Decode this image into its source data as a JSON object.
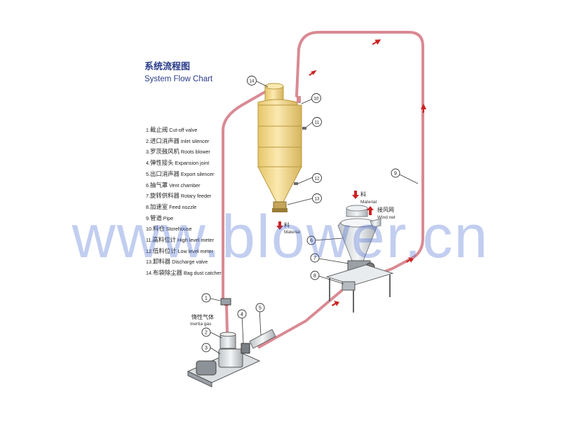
{
  "title": {
    "cn": "系统流程图",
    "en": "System Flow Chart"
  },
  "legend": [
    {
      "num": "1.",
      "cn": "截止阀",
      "en": "Cut-off valve"
    },
    {
      "num": "2.",
      "cn": "进口消声器",
      "en": "Inlet silencer"
    },
    {
      "num": "3.",
      "cn": "罗茨鼓风机",
      "en": "Roots blower"
    },
    {
      "num": "4.",
      "cn": "弹性接头",
      "en": "Expansion joint"
    },
    {
      "num": "5.",
      "cn": "出口消声器",
      "en": "Export silencer"
    },
    {
      "num": "6.",
      "cn": "抽气罩",
      "en": "Vent chamber"
    },
    {
      "num": "7.",
      "cn": "旋转供料器",
      "en": "Rotary feeder"
    },
    {
      "num": "8.",
      "cn": "加速室",
      "en": "Feed nozzle"
    },
    {
      "num": "9.",
      "cn": "管道",
      "en": "Pipe"
    },
    {
      "num": "10.",
      "cn": "料仓",
      "en": "Storehouse"
    },
    {
      "num": "11.",
      "cn": "高料位计",
      "en": "High level meter"
    },
    {
      "num": "12.",
      "cn": "低料位计",
      "en": "Low level meter"
    },
    {
      "num": "13.",
      "cn": "卸料器",
      "en": "Discharge valve"
    },
    {
      "num": "14.",
      "cn": "布袋除尘器",
      "en": "Bag dust catcher"
    }
  ],
  "callouts": [
    "1",
    "2",
    "3",
    "4",
    "5",
    "6",
    "7",
    "8",
    "9",
    "10",
    "11",
    "12",
    "13",
    "14"
  ],
  "labels": {
    "material_in_cn": "料",
    "material_in_en": "Material",
    "material_out_cn": "料",
    "material_out_en": "Material",
    "wind_net_cn": "接风网",
    "wind_net_en": "Wind net",
    "inertia_cn": "惰性气体",
    "inertia_en": "Inertia gas"
  },
  "watermark": "www.blower.cn",
  "colors": {
    "pipe": "#d98a93",
    "arrow": "#cc2222",
    "silo": "#f1d88a",
    "title": "#2a3c8a"
  }
}
